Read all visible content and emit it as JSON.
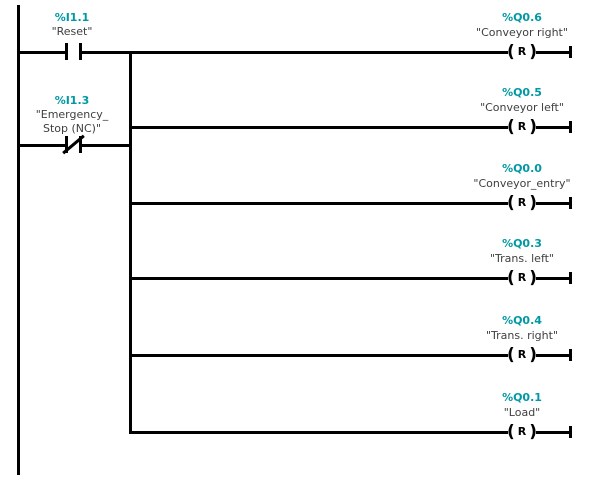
{
  "diagram": {
    "inputs": [
      {
        "address": "%I1.1",
        "name": "\"Reset\"",
        "contact": "NO"
      },
      {
        "address": "%I1.3",
        "name": "\"Emergency_\nStop (NC)\"",
        "contact": "NC"
      }
    ],
    "outputs": [
      {
        "address": "%Q0.6",
        "name": "\"Conveyor right\"",
        "coil": "R"
      },
      {
        "address": "%Q0.5",
        "name": "\"Conveyor left\"",
        "coil": "R"
      },
      {
        "address": "%Q0.0",
        "name": "\"Conveyor_entry\"",
        "coil": "R"
      },
      {
        "address": "%Q0.3",
        "name": "\"Trans. left\"",
        "coil": "R"
      },
      {
        "address": "%Q0.4",
        "name": "\"Trans. right\"",
        "coil": "R"
      },
      {
        "address": "%Q0.1",
        "name": "\"Load\"",
        "coil": "R"
      }
    ],
    "symbols": {
      "coil_open": "(",
      "coil_close": ")"
    },
    "colors": {
      "wire": "#000000",
      "address_text": "#0099a3",
      "name_text": "#3f3f3f",
      "background": "#ffffff"
    }
  }
}
